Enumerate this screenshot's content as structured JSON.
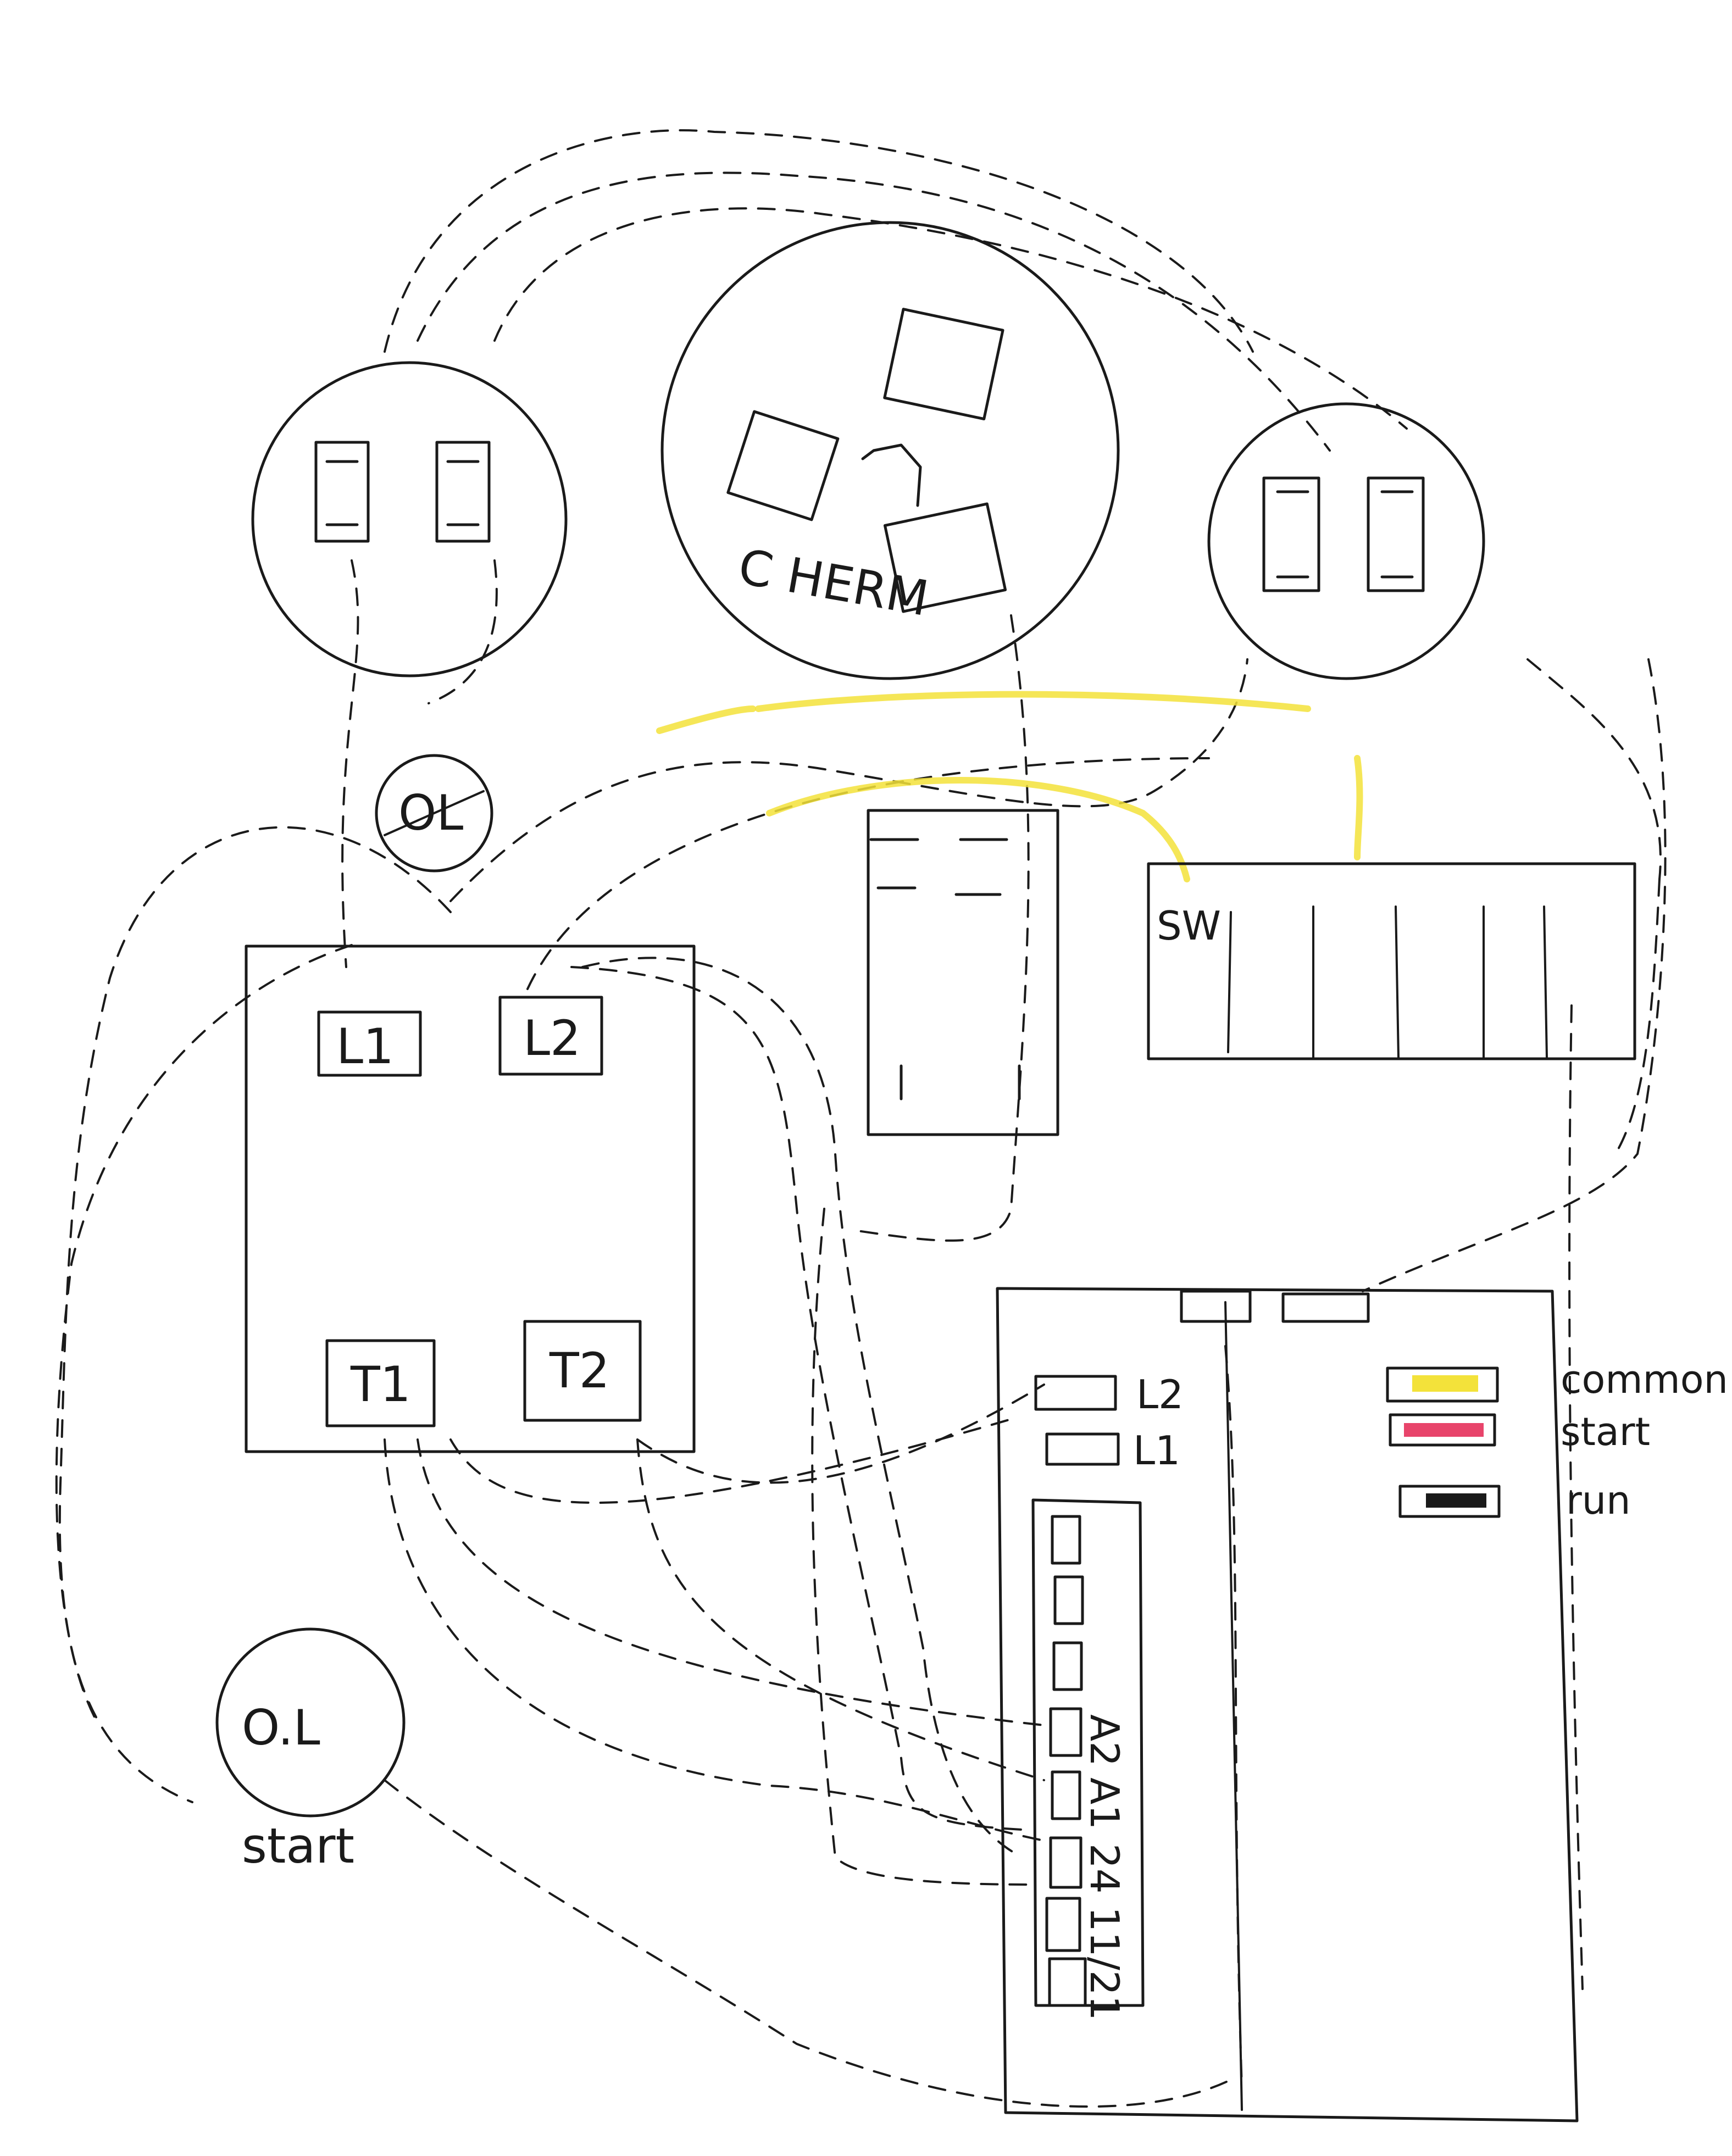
{
  "colors": {
    "ink": "#1a1a1a",
    "common_wire": "#f3e23a",
    "start_wire": "#e8446b",
    "run_wire": "#1a1a1a"
  },
  "compressor": {
    "label": "C HERM"
  },
  "overload_top": {
    "label": "OL"
  },
  "overload_start": {
    "label": "O.L",
    "caption": "start"
  },
  "contactor": {
    "l1": "L1",
    "l2": "L2",
    "t1": "T1",
    "t2": "T2"
  },
  "switch_block": {
    "label": "SW"
  },
  "control_board": {
    "l2": "L2",
    "l1": "L1",
    "side_marks": [
      "A2",
      "A1",
      "24",
      "11/21"
    ]
  },
  "legend": {
    "items": [
      {
        "label": "common",
        "color": "#f3e23a"
      },
      {
        "label": "start",
        "color": "#e8446b"
      },
      {
        "label": "run",
        "color": "#1a1a1a"
      }
    ]
  }
}
